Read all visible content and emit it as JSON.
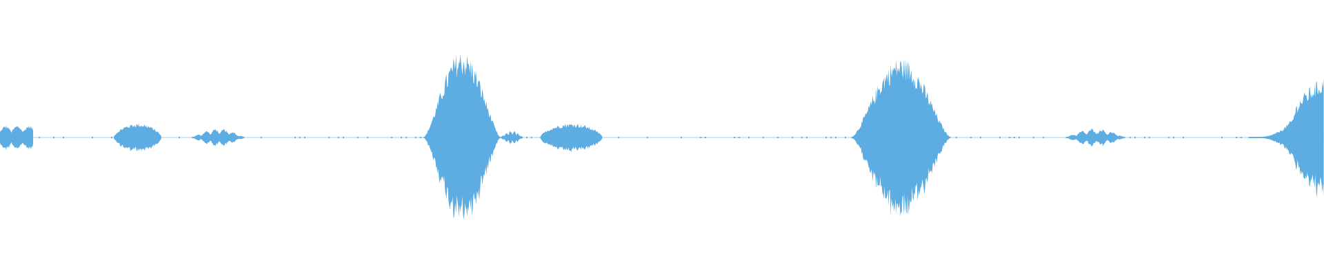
{
  "waveform": {
    "color": "#5dade2",
    "background": "#ffffff",
    "duration": 1,
    "segments": [
      {
        "start": 0.0,
        "end": 0.025,
        "peak": 0.12,
        "shape": "noisy"
      },
      {
        "start": 0.086,
        "end": 0.122,
        "peak": 0.14,
        "shape": "blob"
      },
      {
        "start": 0.145,
        "end": 0.185,
        "peak": 0.09,
        "shape": "spiky"
      },
      {
        "start": 0.32,
        "end": 0.378,
        "peak": 0.85,
        "shape": "burst"
      },
      {
        "start": 0.378,
        "end": 0.395,
        "peak": 0.07,
        "shape": "spiky"
      },
      {
        "start": 0.408,
        "end": 0.455,
        "peak": 0.14,
        "shape": "blob"
      },
      {
        "start": 0.643,
        "end": 0.718,
        "peak": 0.79,
        "shape": "burst"
      },
      {
        "start": 0.805,
        "end": 0.85,
        "peak": 0.09,
        "shape": "spiky"
      },
      {
        "start": 0.943,
        "end": 1.0,
        "peak": 0.6,
        "shape": "ramp"
      }
    ]
  }
}
